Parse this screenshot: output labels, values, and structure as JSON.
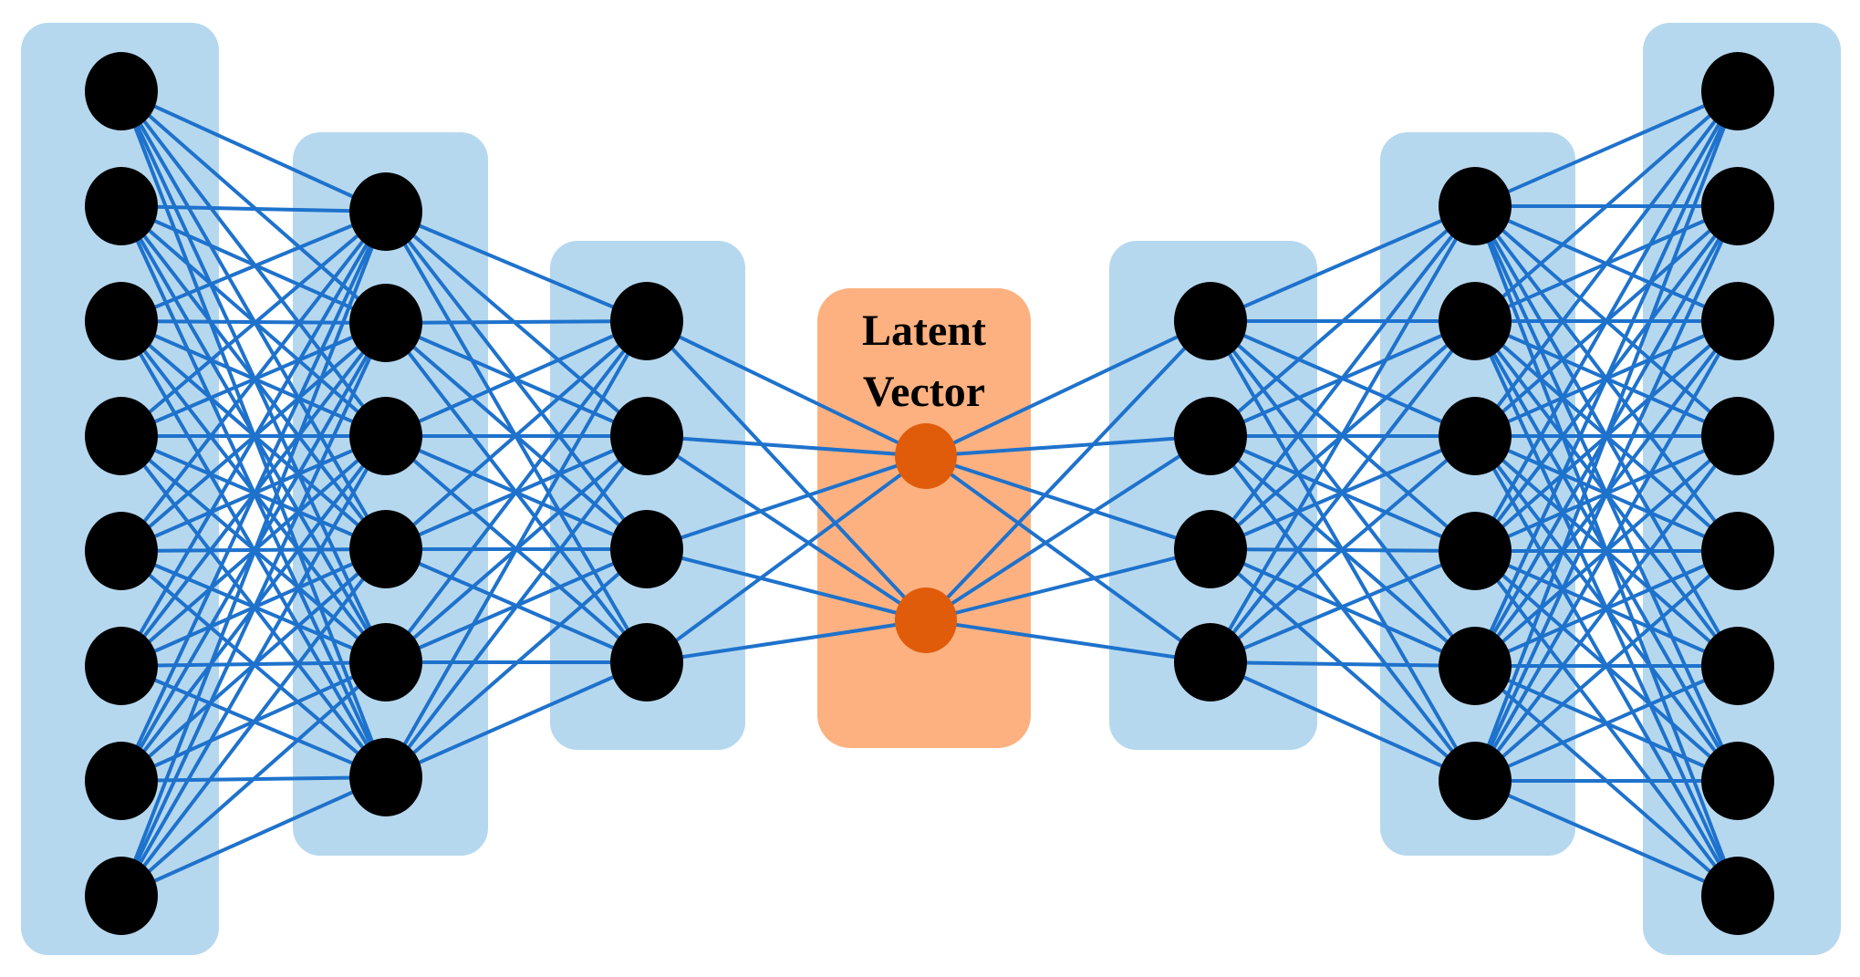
{
  "latent": {
    "label_line1": "Latent",
    "label_line2": "Vector"
  },
  "network": {
    "layer_sizes": [
      8,
      6,
      4,
      2,
      4,
      6,
      8
    ],
    "latent_layer_index": 3,
    "fully_connected": true
  },
  "colors": {
    "layer_box": "#b6d8ef",
    "latent_box": "#fdb180",
    "edge": "#1e72cc",
    "node": "#000000",
    "latent_node": "#e05c0a",
    "background": "#ffffff"
  }
}
